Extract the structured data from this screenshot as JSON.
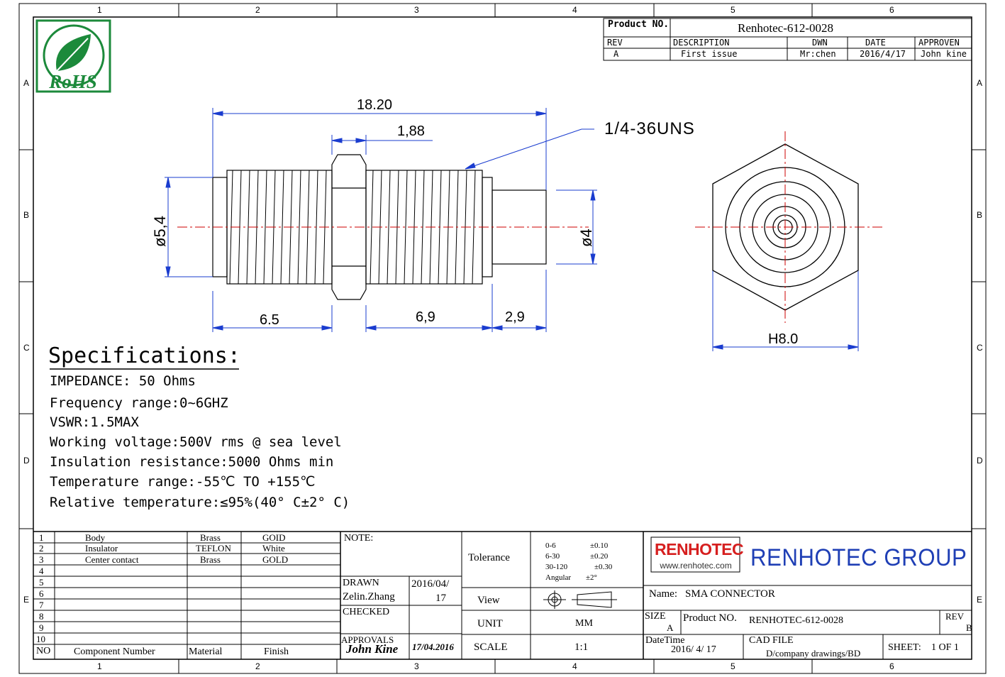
{
  "zone_numbers": [
    "1",
    "2",
    "3",
    "4",
    "5",
    "6"
  ],
  "zone_letters": [
    "A",
    "B",
    "C",
    "D",
    "E"
  ],
  "logo": {
    "text": "RoHS"
  },
  "revision_block": {
    "product_no_label": "Product NO.",
    "product_no": "Renhotec-612-0028",
    "headers": {
      "rev": "REV",
      "description": "DESCRIPTION",
      "dwn": "DWN",
      "date": "DATE",
      "approven": "APPROVEN"
    },
    "row": {
      "rev": "A",
      "description": "First issue",
      "dwn": "Mr:chen",
      "date": "2016/4/17",
      "approven": "John kine"
    }
  },
  "dimensions": {
    "overall_length": "18.20",
    "nut_width": "1,88",
    "thread": "1/4-36UNS",
    "diameter_left": "ø5,4",
    "diameter_right": "ø4",
    "left_length": "6.5",
    "right_length": "6,9",
    "tip_length": "2,9",
    "hex_size": "H8.0"
  },
  "specifications": {
    "title": "Specifications:",
    "lines": [
      "IMPEDANCE: 50 Ohms",
      "Frequency range:0~6GHZ",
      "VSWR:1.5MAX",
      "Working voltage:500V rms @ sea level",
      "Insulation resistance:5000 Ohms min",
      "Temperature range:-55℃ TO +155℃",
      "Relative temperature:≤95%(40° C±2° C)"
    ]
  },
  "bom": {
    "rows": [
      {
        "no": "1",
        "component": "Body",
        "material": "Brass",
        "finish": "GOID"
      },
      {
        "no": "2",
        "component": "Insulator",
        "material": "TEFLON",
        "finish": "White"
      },
      {
        "no": "3",
        "component": "Center contact",
        "material": "Brass",
        "finish": "GOLD"
      },
      {
        "no": "4",
        "component": "",
        "material": "",
        "finish": ""
      },
      {
        "no": "5",
        "component": "",
        "material": "",
        "finish": ""
      },
      {
        "no": "6",
        "component": "",
        "material": "",
        "finish": ""
      },
      {
        "no": "7",
        "component": "",
        "material": "",
        "finish": ""
      },
      {
        "no": "8",
        "component": "",
        "material": "",
        "finish": ""
      },
      {
        "no": "9",
        "component": "",
        "material": "",
        "finish": ""
      },
      {
        "no": "10",
        "component": "",
        "material": "",
        "finish": ""
      }
    ],
    "headers": {
      "no": "NO",
      "component": "Component Number",
      "material": "Material",
      "finish": "Finish"
    }
  },
  "title_block": {
    "note_label": "NOTE:",
    "drawn_label": "DRAWN",
    "drawn_by": "Zelin.Zhang",
    "drawn_date_1": "2016/04/",
    "drawn_date_2": "17",
    "checked_label": "CHECKED",
    "approvals_label": "APPROVALS",
    "approvals_signature": "John Kine",
    "approvals_date": "17/04.2016",
    "tolerance_label": "Tolerance",
    "tolerance_ranges": [
      "0-6",
      "6-30",
      "30-120",
      "Angular"
    ],
    "tolerance_values": [
      "±0.10",
      "±0.20",
      "±0.30",
      "±2°"
    ],
    "view_label": "View",
    "unit_label": "UNIT",
    "unit_value": "MM",
    "scale_label": "SCALE",
    "scale_value": "1:1",
    "company_logo_text": "RENHOTEC",
    "company_url": "www.renhotec.com",
    "company_name": "RENHOTEC GROUP",
    "name_label": "Name:",
    "name_value": "SMA CONNECTOR",
    "size_label": "SIZE",
    "size_value": "A",
    "product_no_label": "Product NO.",
    "product_no_value": "RENHOTEC-612-0028",
    "rev_label": "REV",
    "rev_value": "B",
    "datetime_label": "DateTime",
    "datetime_value": "2016/ 4/ 17",
    "cad_label": "CAD FILE",
    "cad_value": "D/company drawings/BD",
    "sheet_label": "SHEET:",
    "sheet_value": "1 OF 1"
  }
}
